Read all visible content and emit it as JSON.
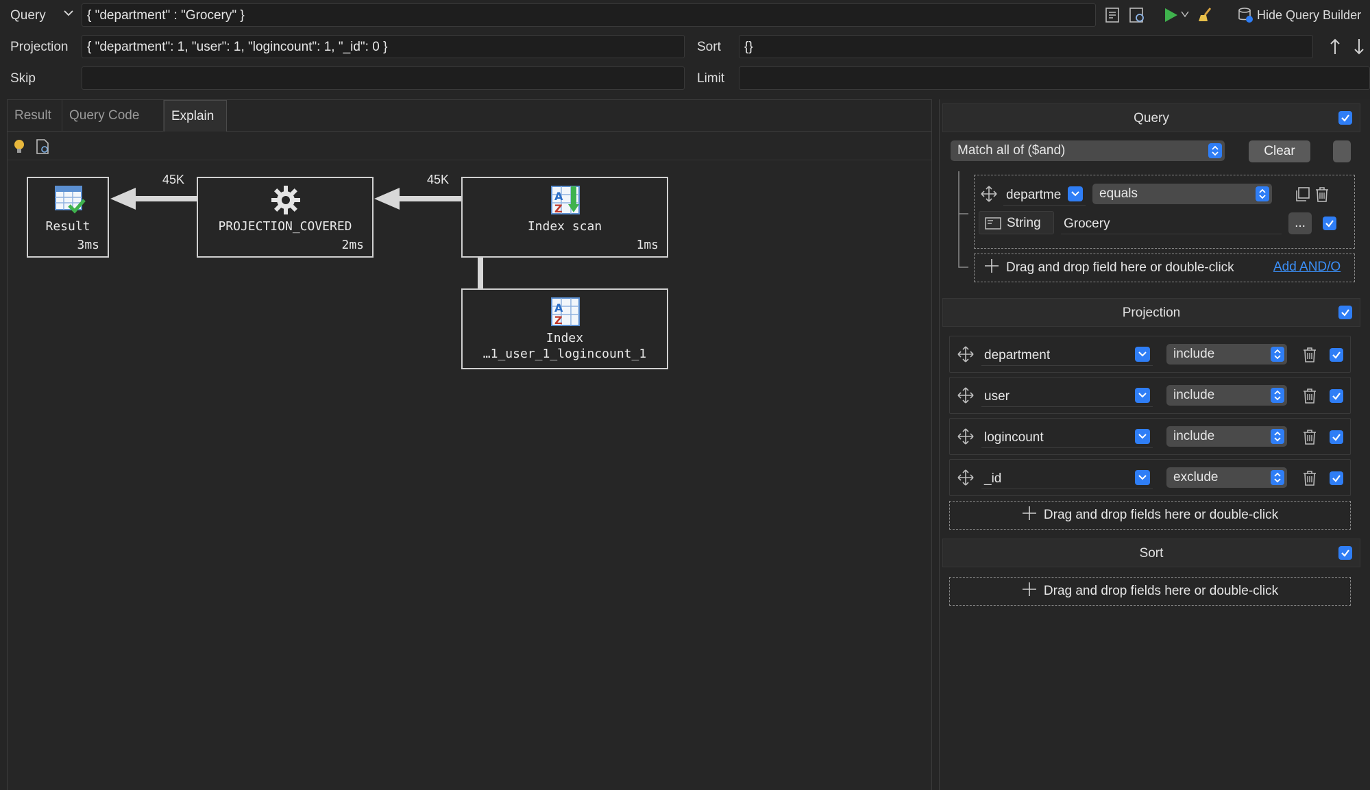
{
  "toolbar": {
    "query_label": "Query",
    "query_value": "{ \"department\" : \"Grocery\" }",
    "projection_label": "Projection",
    "projection_value": "{ \"department\": 1, \"user\": 1, \"logincount\": 1, \"_id\": 0 }",
    "sort_label": "Sort",
    "sort_value": "{}",
    "skip_label": "Skip",
    "skip_value": "",
    "limit_label": "Limit",
    "limit_value": "",
    "hide_builder_label": "Hide Query Builder"
  },
  "tabs": [
    {
      "label": "Result",
      "active": false
    },
    {
      "label": "Query Code",
      "active": false
    },
    {
      "label": "Explain",
      "active": true
    }
  ],
  "explain": {
    "nodes": {
      "result": {
        "label": "Result",
        "time": "3ms"
      },
      "projection": {
        "label": "PROJECTION_COVERED",
        "time": "2ms"
      },
      "scan": {
        "label": "Index scan",
        "time": "1ms"
      },
      "index": {
        "label": "Index",
        "sublabel": "…1_user_1_logincount_1"
      }
    },
    "edges": {
      "scan_to_projection": "45K",
      "projection_to_result": "45K"
    }
  },
  "builder": {
    "query": {
      "title": "Query",
      "match_mode": "Match all of ($and)",
      "clear_label": "Clear",
      "condition": {
        "field": "departme",
        "operator": "equals",
        "type": "String",
        "value": "Grocery",
        "more_label": "..."
      },
      "drop_hint": "Drag and drop field here or double-click",
      "add_link": "Add AND/O"
    },
    "projection": {
      "title": "Projection",
      "rows": [
        {
          "field": "department",
          "mode": "include"
        },
        {
          "field": "user",
          "mode": "include"
        },
        {
          "field": "logincount",
          "mode": "include"
        },
        {
          "field": "_id",
          "mode": "exclude"
        }
      ],
      "drop_hint": "Drag and drop fields here or double-click"
    },
    "sort": {
      "title": "Sort",
      "drop_hint": "Drag and drop fields here or double-click"
    }
  },
  "colors": {
    "accent": "#2f7ef6",
    "background": "#252525",
    "link": "#3b8ff7"
  }
}
